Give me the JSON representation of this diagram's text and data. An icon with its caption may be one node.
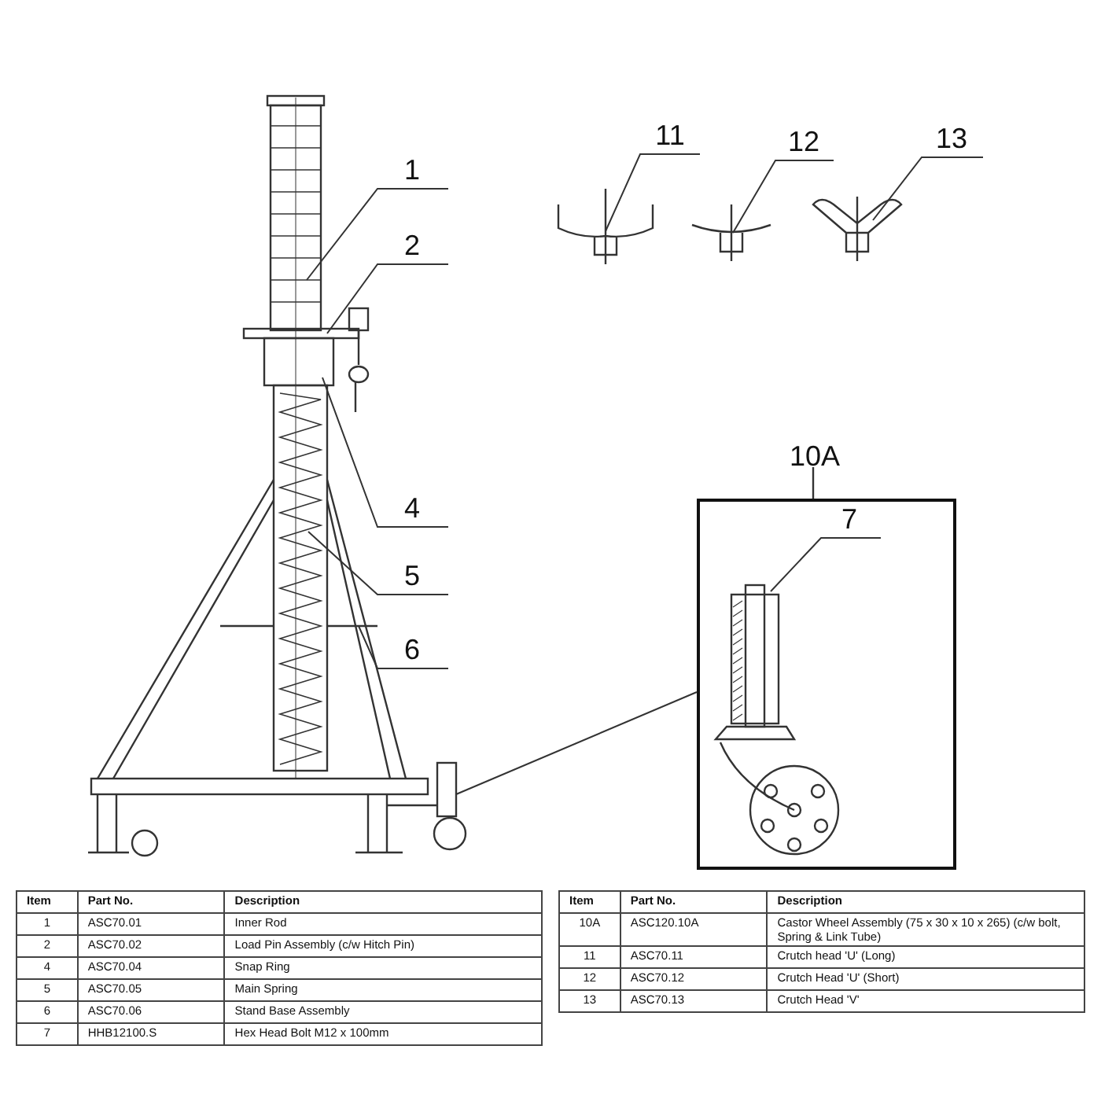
{
  "diagram": {
    "nodes": [
      {
        "text": [
          "1"
        ]
      },
      {
        "text": [
          "2"
        ]
      },
      {
        "text": [
          "4"
        ]
      },
      {
        "text": [
          "5"
        ]
      },
      {
        "text": [
          "6"
        ]
      },
      {
        "text": [
          "11"
        ]
      },
      {
        "text": [
          "12"
        ]
      },
      {
        "text": [
          "13"
        ]
      },
      {
        "text": [
          "10A"
        ]
      },
      {
        "text": [
          "7"
        ],
        "in": 8
      }
    ],
    "edges": [
      {
        "from": 0,
        "to": null,
        "arrow": "none"
      },
      {
        "from": 1,
        "to": null,
        "arrow": "none"
      },
      {
        "from": 2,
        "to": null,
        "arrow": "none"
      },
      {
        "from": 3,
        "to": null,
        "arrow": "none"
      },
      {
        "from": 4,
        "to": null,
        "arrow": "none"
      },
      {
        "from": 5,
        "to": null,
        "arrow": "none"
      },
      {
        "from": 6,
        "to": null,
        "arrow": "none"
      },
      {
        "from": 7,
        "to": null,
        "arrow": "none"
      },
      {
        "from": 9,
        "to": null,
        "arrow": "none"
      },
      {
        "from": 8,
        "to": null,
        "arrow": "none"
      }
    ],
    "labels": [
      "Item",
      "Part No.",
      "Description",
      "1",
      "ASC70.01",
      "Inner Rod",
      "2",
      "ASC70.02",
      "Load Pin Assembly (c/w Hitch Pin)",
      "4",
      "ASC70.04",
      "Snap Ring",
      "5",
      "ASC70.05",
      "Main Spring",
      "6",
      "ASC70.06",
      "Stand Base Assembly",
      "7",
      "HHB12100.S",
      "Hex Head Bolt M12 x 100mm",
      "Item",
      "Part No.",
      "Description",
      "10A",
      "ASC120.10A",
      "Castor Wheel Assembly (75 x 30 x 10 x 265) (c/w bolt, Spring & Link Tube)",
      "11",
      "ASC70.11",
      "Crutch head 'U' (Long)",
      "12",
      "ASC70.12",
      "Crutch Head 'U' (Short)",
      "13",
      "ASC70.13",
      "Crutch Head 'V'"
    ]
  }
}
